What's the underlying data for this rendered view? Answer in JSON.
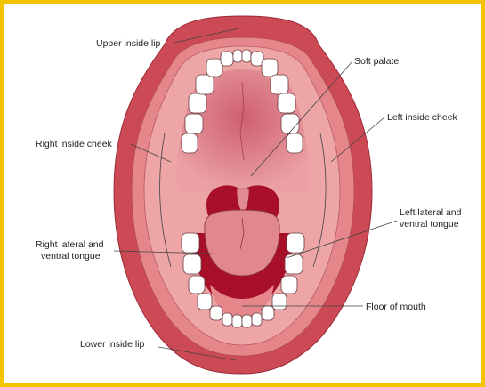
{
  "labels": {
    "upper_inside_lip": "Upper inside lip",
    "soft_palate": "Soft palate",
    "left_inside_cheek": "Left inside cheek",
    "right_inside_cheek": "Right inside cheek",
    "left_lateral_ventral_tongue_1": "Left lateral and",
    "left_lateral_ventral_tongue_2": "ventral tongue",
    "right_lateral_ventral_tongue_1": "Right lateral and",
    "right_lateral_ventral_tongue_2": "ventral tongue",
    "floor_of_mouth": "Floor of mouth",
    "lower_inside_lip": "Lower inside lip"
  },
  "colors": {
    "border": "#f5c400",
    "lip": "#cc4a55",
    "inner_lip": "#e5868a",
    "mucosa": "#eea5a6",
    "palate": "#dd7a86",
    "throat": "#a8102a",
    "tongue": "#e0888e",
    "teeth": "#ffffff"
  }
}
